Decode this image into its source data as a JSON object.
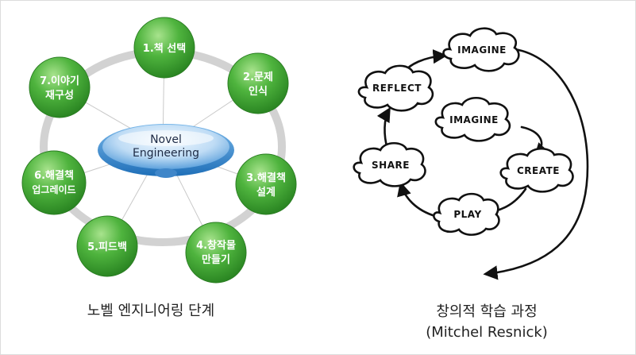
{
  "left_diagram": {
    "center": {
      "line1": "Novel",
      "line2": "Engineering"
    },
    "nodes": [
      {
        "lines": [
          "1.책 선택"
        ]
      },
      {
        "lines": [
          "2.문제",
          "인식"
        ]
      },
      {
        "lines": [
          "3.해결책",
          "설계"
        ]
      },
      {
        "lines": [
          "4.창작물",
          "만들기"
        ]
      },
      {
        "lines": [
          "5.피드백"
        ]
      },
      {
        "lines": [
          "6.해결책",
          "업그레이드"
        ]
      },
      {
        "lines": [
          "7.이야기",
          "재구성"
        ]
      }
    ],
    "caption": "노벨 엔지니어링 단계"
  },
  "right_diagram": {
    "outer_top": "IMAGINE",
    "inner_top": "IMAGINE",
    "create": "CREATE",
    "play": "PLAY",
    "share": "SHARE",
    "reflect": "REFLECT",
    "caption_line1": "창의적 학습 과정",
    "caption_line2": "(Mitchel Resnick)"
  },
  "colors": {
    "node_green": "#3fa33a",
    "node_green_light": "#8fd67a",
    "ring_gray": "#d4d4d4",
    "center_blue": "#5aa4e0",
    "center_light": "#d8ecfb"
  }
}
